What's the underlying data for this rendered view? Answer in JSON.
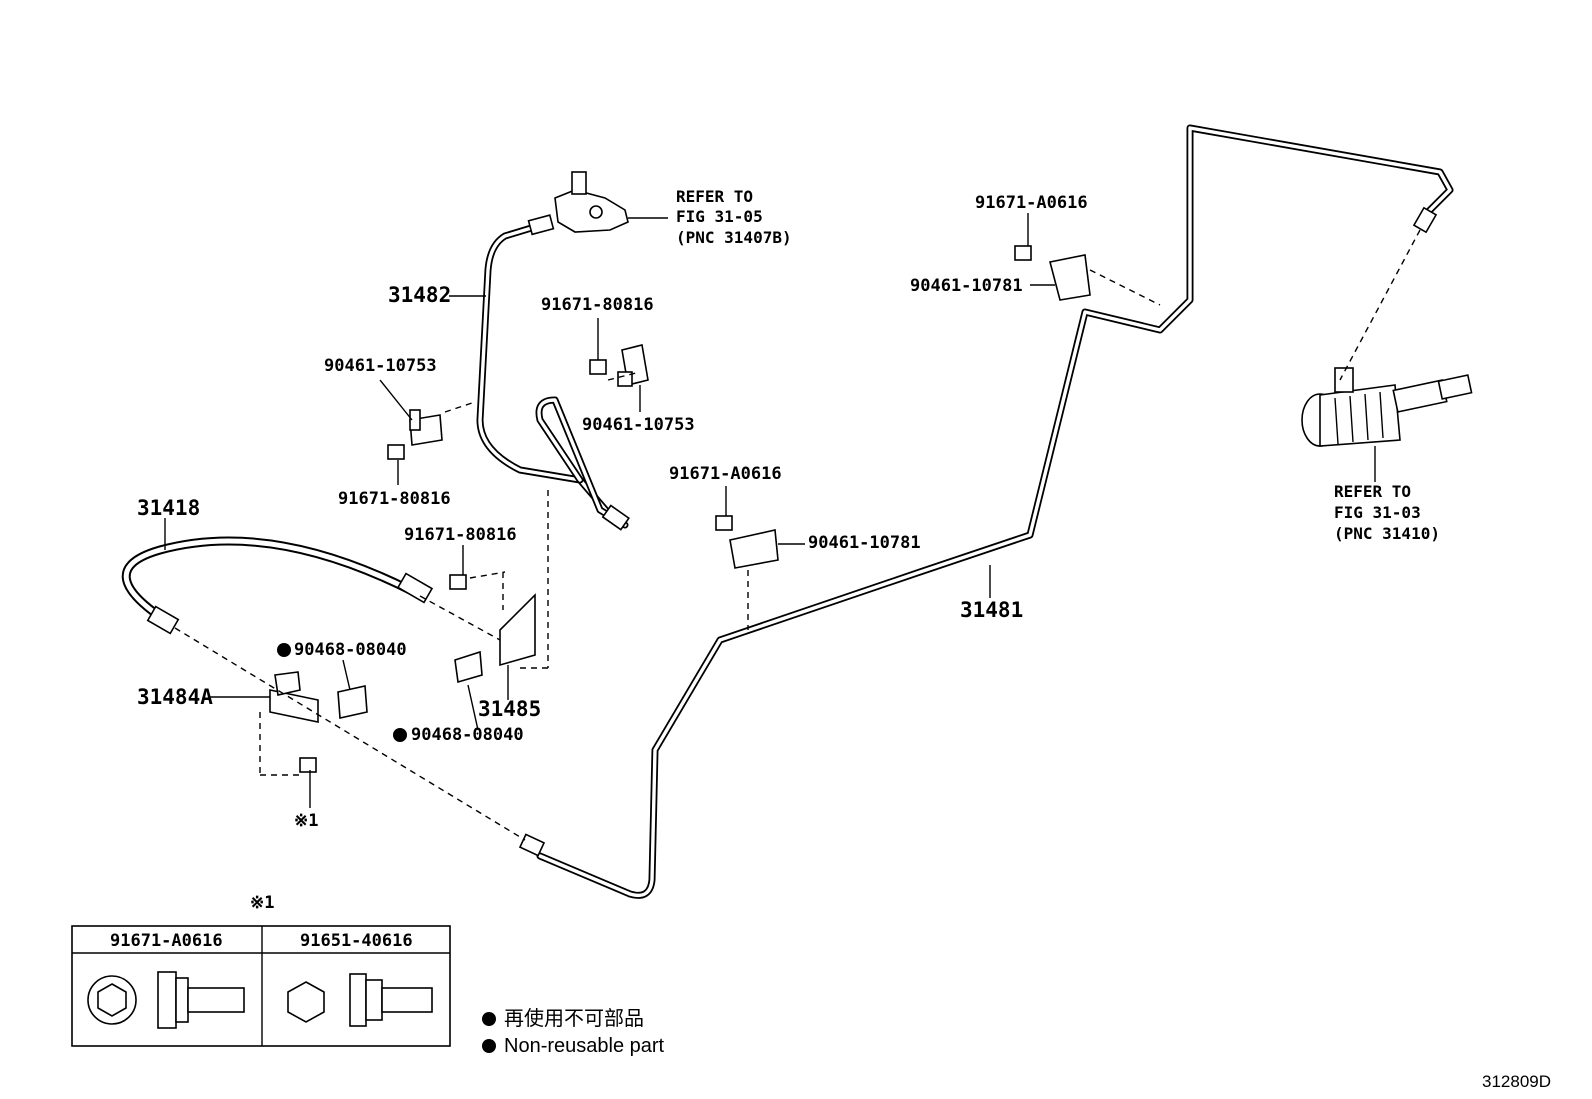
{
  "labels": {
    "p31482": "31482",
    "p31418": "31418",
    "p31484A": "31484A",
    "p31485": "31485",
    "p31481": "31481",
    "clip_a": "91671-80816",
    "clamp_a": "90461-10753",
    "clamp_b": "90461-10753",
    "clip_b": "91671-80816",
    "clip_c": "91671-80816",
    "washer_a": "90468-08040",
    "washer_b": "90468-08040",
    "bolt_mid": "91671-A0616",
    "clamp_mid": "90461-10781",
    "bolt_top": "91671-A0616",
    "clamp_top": "90461-10781",
    "note1": "※1"
  },
  "refer_top": [
    "REFER TO",
    "FIG 31-05",
    "(PNC 31407B)"
  ],
  "refer_right": [
    "REFER TO",
    "FIG 31-03",
    "(PNC 31410)"
  ],
  "table": {
    "note": "※1",
    "col1": "91671-A0616",
    "col2": "91651-40616"
  },
  "legend": {
    "jp": "再使用不可部品",
    "en": "Non-reusable part"
  },
  "figure_code": "312809D"
}
